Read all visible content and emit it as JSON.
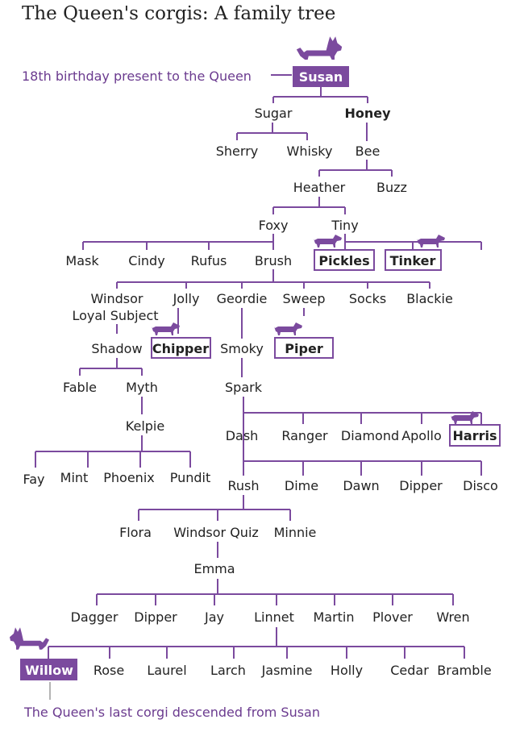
{
  "title": "The Queen's corgis: A family tree",
  "annotations": {
    "top": "18th birthday present to the Queen",
    "bottom": "The Queen's last corgi descended from Susan"
  },
  "colors": {
    "accent": "#7b4a9e",
    "text": "#222222"
  },
  "icons": {
    "corgi": "corgi-icon",
    "dachshund": "dachshund-icon"
  },
  "legend_meaning": {
    "filled_box": "Susan, Willow",
    "outlined_box": "Pickles, Tinker, Chipper, Piper, Harris"
  },
  "dogs": {
    "susan": "Susan",
    "sugar": "Sugar",
    "honey": "Honey",
    "sherry": "Sherry",
    "whisky": "Whisky",
    "bee": "Bee",
    "heather": "Heather",
    "buzz": "Buzz",
    "foxy": "Foxy",
    "tiny": "Tiny",
    "mask": "Mask",
    "cindy": "Cindy",
    "rufus": "Rufus",
    "brush": "Brush",
    "pickles": "Pickles",
    "tinker": "Tinker",
    "windsor": "Windsor",
    "jolly": "Jolly",
    "geordie": "Geordie",
    "sweep": "Sweep",
    "socks": "Socks",
    "blackie": "Blackie",
    "loyal_subject": "Loyal Subject",
    "shadow": "Shadow",
    "chipper": "Chipper",
    "smoky": "Smoky",
    "piper": "Piper",
    "fable": "Fable",
    "myth": "Myth",
    "spark": "Spark",
    "kelpie": "Kelpie",
    "dash": "Dash",
    "ranger": "Ranger",
    "diamond": "Diamond",
    "apollo": "Apollo",
    "harris": "Harris",
    "fay": "Fay",
    "mint": "Mint",
    "phoenix": "Phoenix",
    "pundit": "Pundit",
    "rush": "Rush",
    "dime": "Dime",
    "dawn": "Dawn",
    "dipper": "Dipper",
    "disco": "Disco",
    "flora": "Flora",
    "windsor_quiz": "Windsor Quiz",
    "minnie": "Minnie",
    "emma": "Emma",
    "dagger": "Dagger",
    "dipper2": "Dipper",
    "jay": "Jay",
    "linnet": "Linnet",
    "martin": "Martin",
    "plover": "Plover",
    "wren": "Wren",
    "willow": "Willow",
    "rose": "Rose",
    "laurel": "Laurel",
    "larch": "Larch",
    "jasmine": "Jasmine",
    "holly": "Holly",
    "cedar": "Cedar",
    "bramble": "Bramble"
  }
}
